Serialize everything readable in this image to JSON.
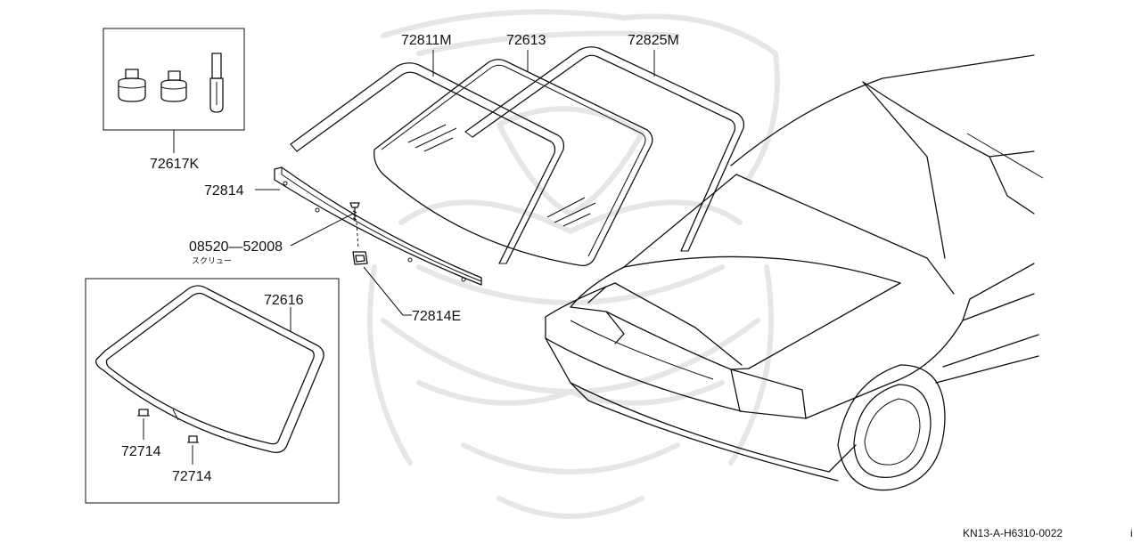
{
  "diagram": {
    "parts": {
      "p72811M": "72811M",
      "p72613": "72613",
      "p72825M": "72825M",
      "p72617K": "72617K",
      "p72814": "72814",
      "p08520": "08520—52008",
      "p08520_sub": "スクリュー",
      "p72814E": "72814E",
      "p72616": "72616",
      "p72714a": "72714",
      "p72714b": "72714"
    },
    "diagram_code": "KN13-A-H6310-0022",
    "corner_mark": "i"
  }
}
